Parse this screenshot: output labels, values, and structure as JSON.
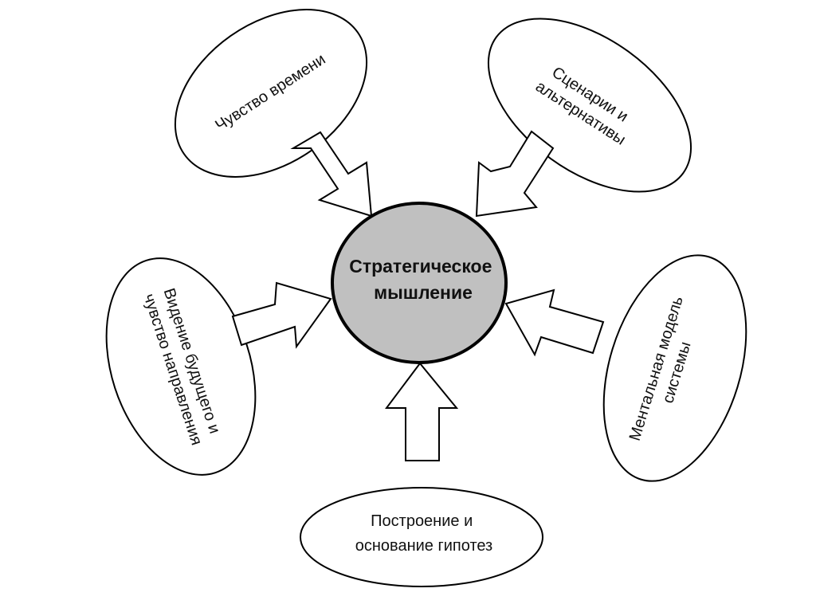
{
  "center": {
    "line1": "Стратегическое",
    "line2": "мышление",
    "fill": "#c0c0c0"
  },
  "nodes": {
    "time_sense": {
      "line1": "Чувство времени"
    },
    "scenarios": {
      "line1": "Сценарии и",
      "line2": "альтернативы"
    },
    "vision": {
      "line1": "Видение будущего и",
      "line2": "чувство направления"
    },
    "mental_model": {
      "line1": "Ментальная модель",
      "line2": "системы"
    },
    "hypotheses": {
      "line1": "Построение и",
      "line2": "основание гипотез"
    }
  }
}
